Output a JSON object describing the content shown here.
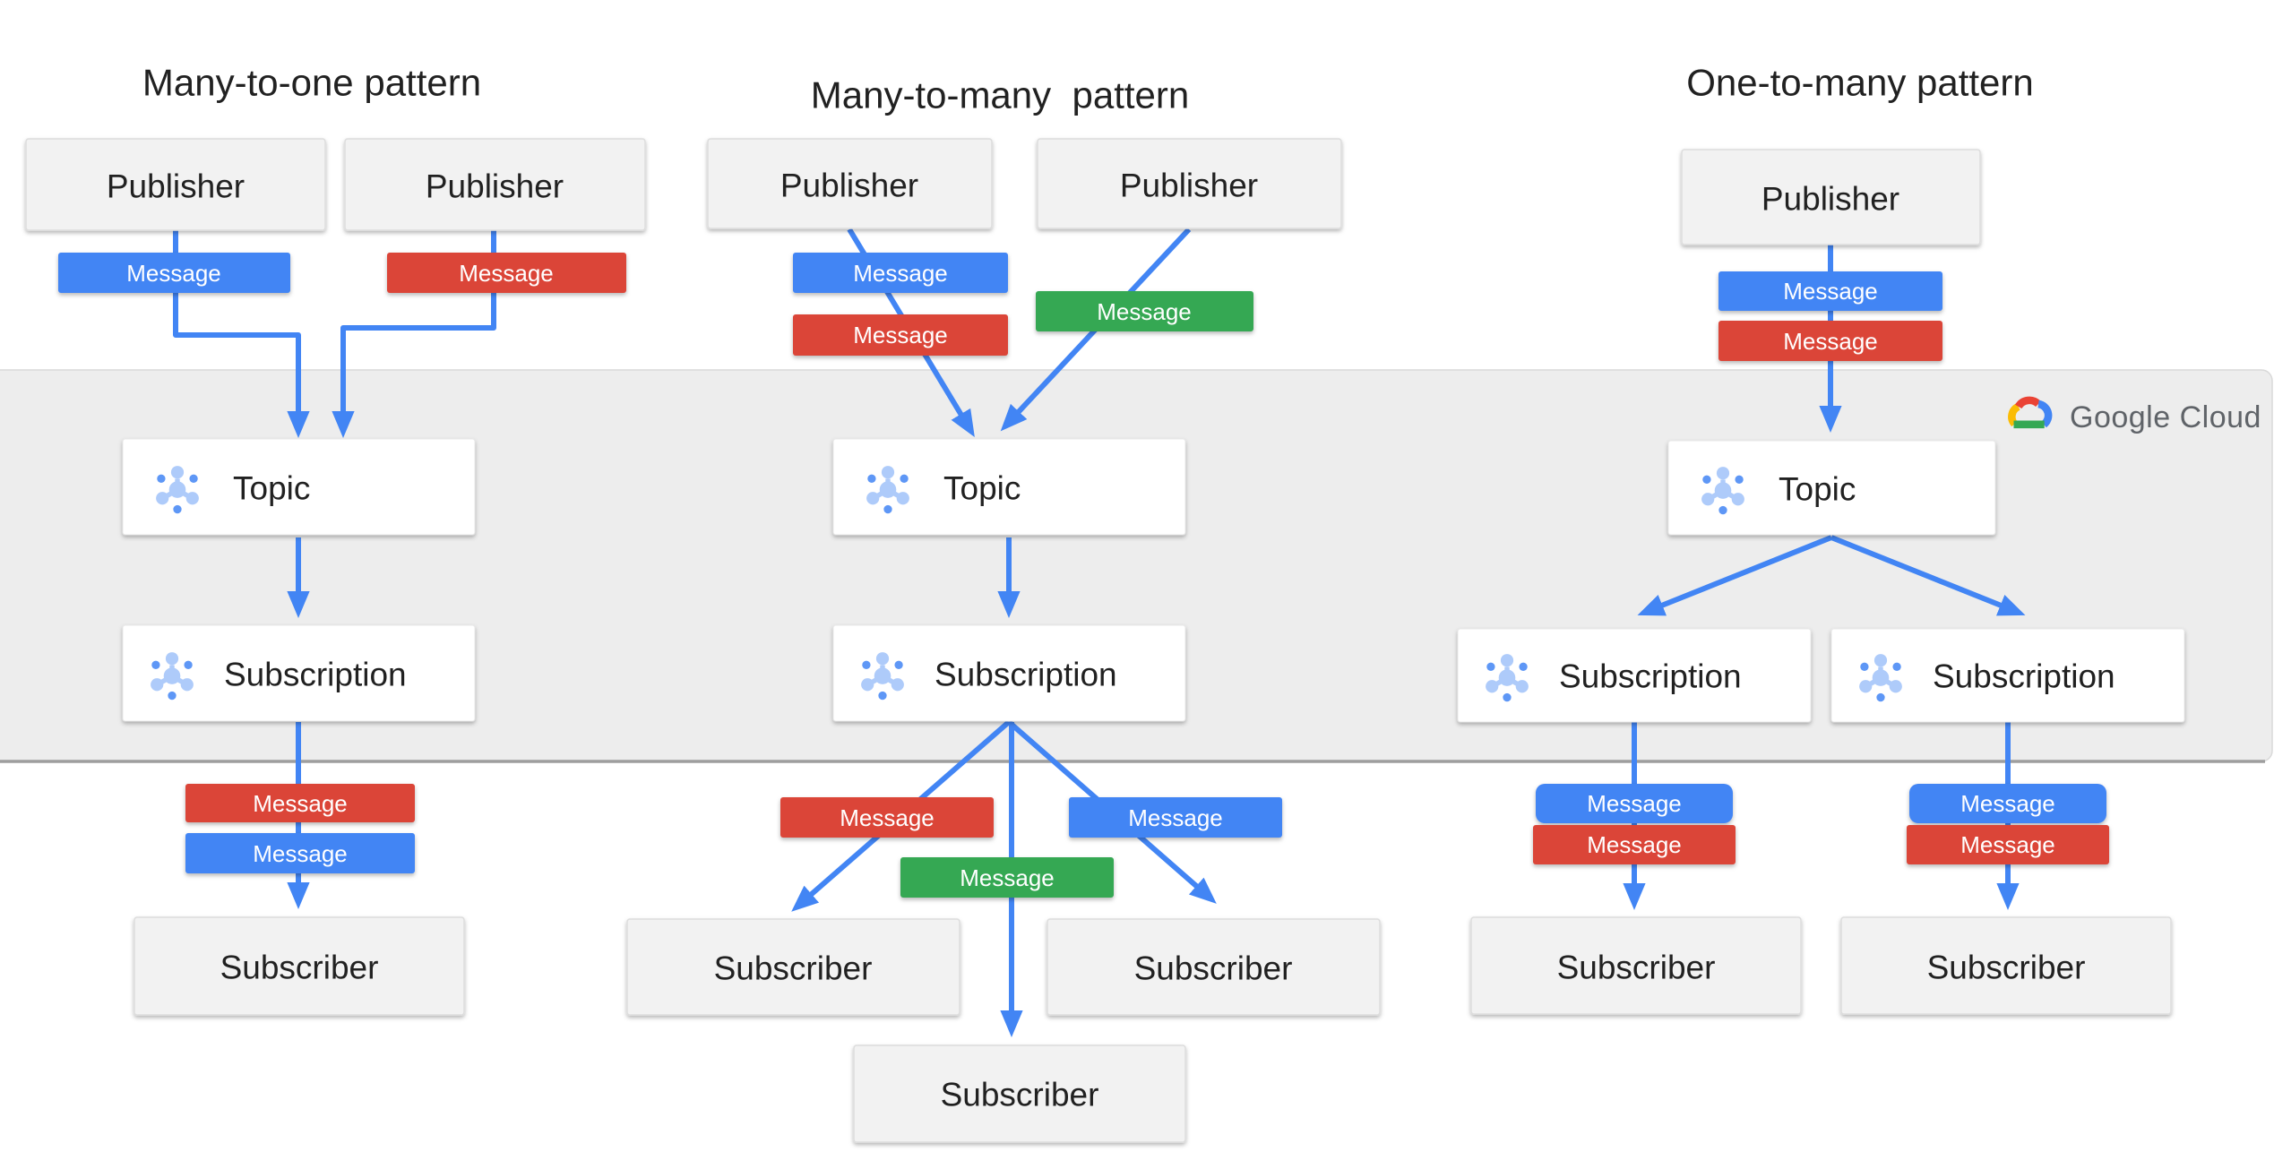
{
  "colors": {
    "blue": "#4285f4",
    "red": "#db4437",
    "green": "#34a853",
    "yellow": "#fbbc04",
    "logo_red": "#ea4335",
    "band": "#ededed",
    "band_edge": "#9e9e9e",
    "band_border": "#d9d9d9",
    "node_gray": "#f2f2f2",
    "node_gray_border": "#dcdcdc",
    "node_white": "#ffffff",
    "node_white_border": "#e8e8e8",
    "text": "#212121",
    "logo_text": "#5f6368",
    "badge_text": "#ffffff",
    "icon_light": "#aecbfa",
    "icon_dark": "#5e97f6"
  },
  "labels": {
    "publisher": "Publisher",
    "topic": "Topic",
    "subscription": "Subscription",
    "subscriber": "Subscriber",
    "message": "Message"
  },
  "logo": {
    "text": "Google Cloud"
  },
  "patterns": [
    {
      "title": "Many-to-one pattern",
      "publishers": [
        "Publisher",
        "Publisher"
      ],
      "messages_from_publishers": [
        "blue",
        "red"
      ],
      "topics": [
        "Topic"
      ],
      "subscriptions": [
        "Subscription"
      ],
      "messages_to_subscribers": [
        "red",
        "blue"
      ],
      "subscribers": [
        "Subscriber"
      ]
    },
    {
      "title": "Many-to-many  pattern",
      "publishers": [
        "Publisher",
        "Publisher"
      ],
      "messages_from_publishers": [
        "blue",
        "red",
        "green"
      ],
      "topics": [
        "Topic"
      ],
      "subscriptions": [
        "Subscription"
      ],
      "messages_to_subscribers": [
        "red",
        "green",
        "blue"
      ],
      "subscribers": [
        "Subscriber",
        "Subscriber",
        "Subscriber"
      ]
    },
    {
      "title": "One-to-many pattern",
      "publishers": [
        "Publisher"
      ],
      "messages_from_publishers": [
        "blue",
        "red"
      ],
      "topics": [
        "Topic"
      ],
      "subscriptions": [
        "Subscription",
        "Subscription"
      ],
      "messages_to_subscribers": [
        "blue",
        "red",
        "blue",
        "red"
      ],
      "subscribers": [
        "Subscriber",
        "Subscriber"
      ]
    }
  ]
}
